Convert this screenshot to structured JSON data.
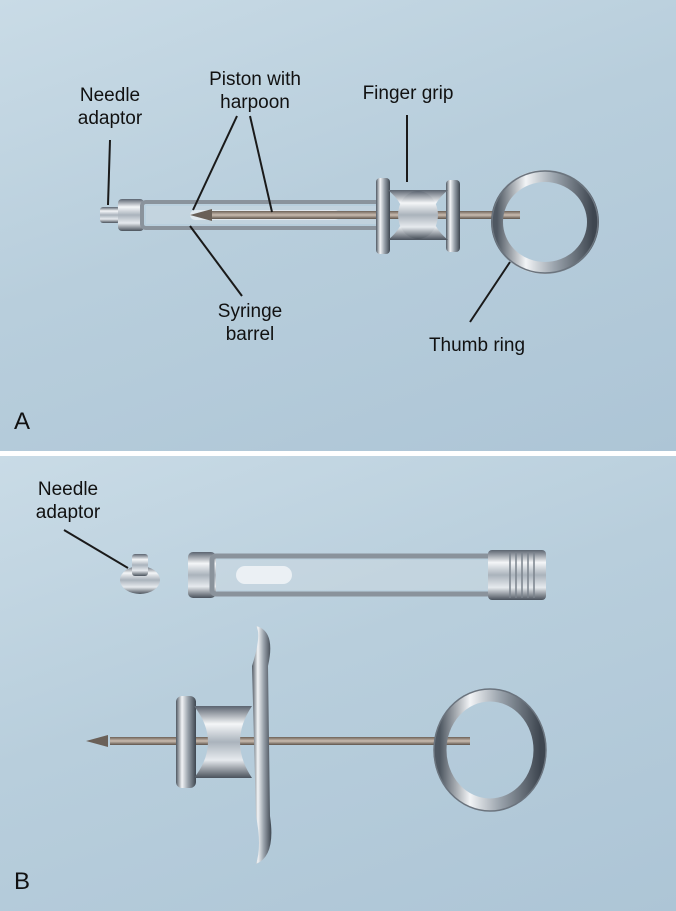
{
  "panel_a": {
    "letter": "A",
    "labels": {
      "needle_adaptor": "Needle\nadaptor",
      "piston": "Piston with\nharpoon",
      "finger_grip": "Finger grip",
      "syringe_barrel": "Syringe\nbarrel",
      "thumb_ring": "Thumb ring"
    }
  },
  "panel_b": {
    "letter": "B",
    "labels": {
      "needle_adaptor": "Needle\nadaptor"
    }
  },
  "colors": {
    "background": "#b8cedc",
    "metal_light": "#f4f6f8",
    "metal_dark": "#5b6470",
    "leader_line": "#1a1a1a"
  }
}
